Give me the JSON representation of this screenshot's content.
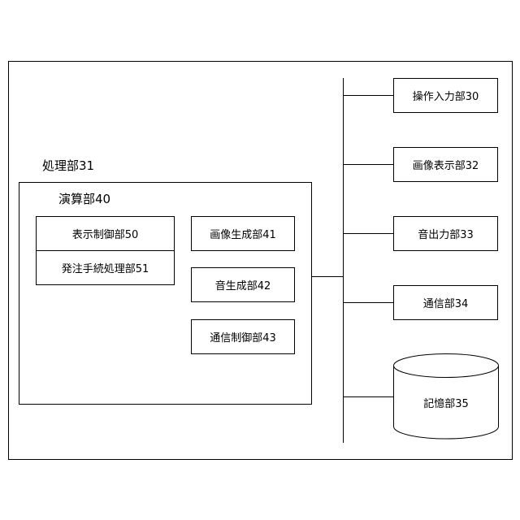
{
  "processing_unit": {
    "label": "処理部31",
    "arithmetic": {
      "label": "演算部40",
      "left_stack": [
        "表示制御部50",
        "発注手続処理部51"
      ],
      "modules": [
        "画像生成部41",
        "音生成部42",
        "通信制御部43"
      ]
    }
  },
  "peripherals": [
    "操作入力部30",
    "画像表示部32",
    "音出力部33",
    "通信部34"
  ],
  "storage": {
    "label": "記憶部35"
  }
}
